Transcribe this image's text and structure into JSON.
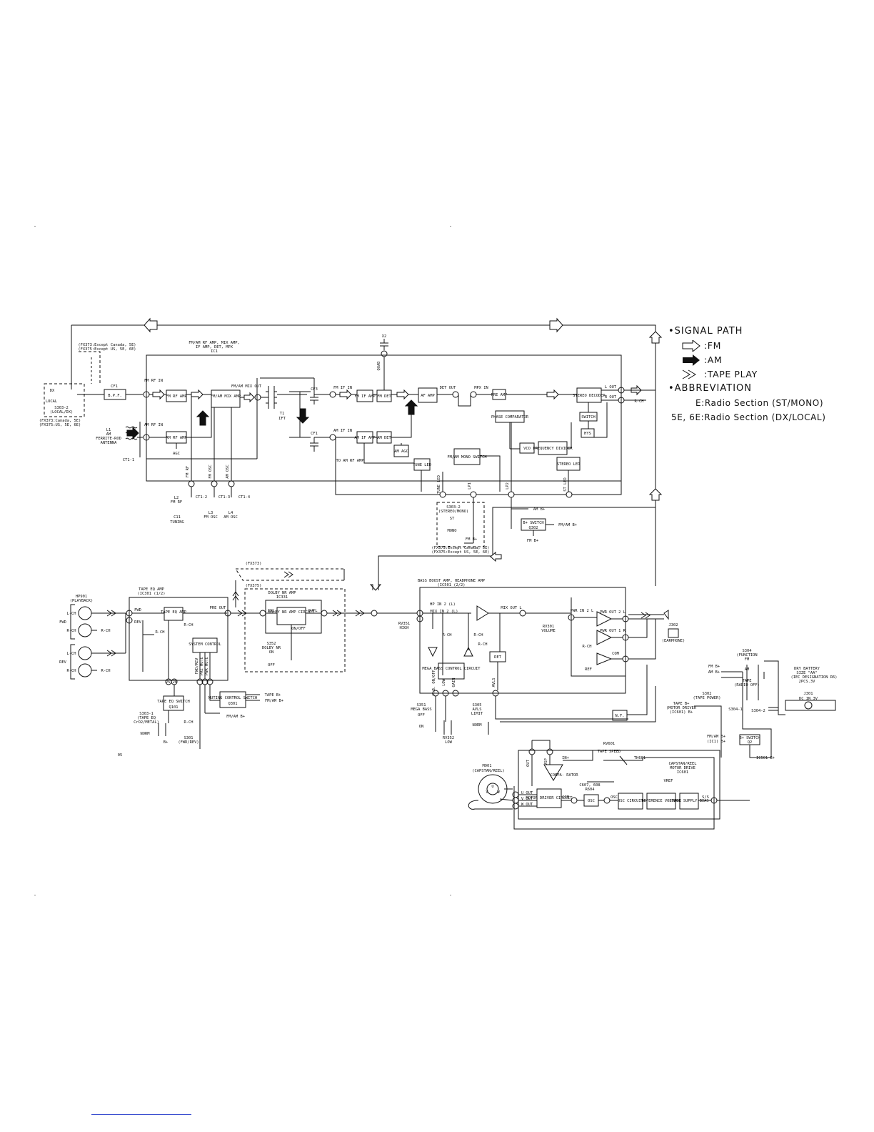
{
  "legend": {
    "signal_path_title": "•SIGNAL PATH",
    "fm": ":FM",
    "am": ":AM",
    "tape": ":TAPE PLAY",
    "abbrev_title": "•ABBREVIATION",
    "abbrev_e": "E:Radio Section (ST/MONO)",
    "abbrev_5e6e": "5E, 6E:Radio Section (DX/LOCAL)"
  },
  "radio": {
    "ic1_title_1": "FM/AM RF AMP, MIX AMP,",
    "ic1_title_2": "IF AMP, DET, MPX",
    "ic1_title_3": "IC1",
    "fx373_a": "(FX373:Except Canada, 5E)",
    "fx375_a": "(FX375:Except US, 5E, 6E)",
    "dx": "DX",
    "local": "LOCAL",
    "s303_2": "S303-2",
    "local_dx": "(LOCAL/DX)",
    "fx373_b": "(FX373:Canada, 5E)",
    "fx375_b": "(FX375:US, 5E, 6E)",
    "cf1": "CF1",
    "bpf": "B.P.F.",
    "fm_rf_in": "FM RF IN",
    "am_rf_in": "AM RF IN",
    "fm_rf_amp": "FM RF AMP",
    "am_rf_amp": "AM RF AMP",
    "agc": "AGC",
    "fmam_mix_amp": "FM/AM MIX AMP",
    "fmam_mix_out": "FM/AM MIX OUT",
    "l1": "L1",
    "am_label": "AM",
    "ferrite": "FERRITE-ROD",
    "antenna": "ANTENNA",
    "ct1_1": "CT1-1",
    "t1": "T1",
    "ift": "IFT",
    "cf3": "CF3",
    "cf2": "CF1",
    "x2": "X2",
    "quad": "QUAD",
    "fm_if_in": "FM IF IN",
    "am_if_in": "AM IF IN",
    "fm_if_amp": "FM IF AMP",
    "fm_det": "FM DET",
    "af_amp": "AF AMP",
    "det_out": "DET OUT",
    "mpx_in": "MPX IN",
    "pre_amp": "PRE AMP",
    "stereo_decoder": "STEREO DECODER",
    "l_out": "L OUT",
    "r_out": "R OUT",
    "r_ch": "R-CH",
    "am_if_amp": "AM IF AMP",
    "am_det": "AM DET",
    "am_agc": "AM AGC",
    "to_am_rf_amp": "TO AM RF AMP",
    "tune_led": "TUNE LED",
    "phase_comp": "PHASE COMPARATOR",
    "switch": "SWITCH",
    "hys": "HYS",
    "vco": "VCO",
    "freq_div": "FREQUENCY DIVIDER",
    "fmam_mono_switch": "FM/AM MONO SWITCH",
    "stereo_led": "STEREO LED",
    "fm_rf": "FM RF",
    "fm_osc": "FM OSC",
    "am_osc": "AM OSC",
    "tune_led_pin": "TUNE LED",
    "lp1": "LP1",
    "lp2": "LP2",
    "st_led": "ST LED",
    "l2": "L2",
    "l2_fm_rf": "FM RF",
    "ct1_2": "CT1-2",
    "ct1_3": "CT1-3",
    "ct1_4": "CT1-4",
    "l3": "L3",
    "l3_fm_osc": "FM OSC",
    "l4": "L4",
    "l4_am_osc": "AM OSC",
    "c11": "C11",
    "tuning": "TUNING",
    "s303_2b": "S303-2",
    "stereo_mono": "(STEREO/MONO)",
    "st": "ST",
    "mono": "MONO",
    "fm_bplus_a": "FM B+",
    "fx373_c": "(FX373:Except Canada, 5E)",
    "fx375_c": "(FX375:Except US, 5E, 6E)",
    "am_bplus": "AM B+",
    "bplus_switch": "B+ SWITCH",
    "q302": "Q302",
    "fmam_bplus": "FM/AM B+",
    "fm_bplus_b": "FM B+"
  },
  "tape": {
    "hp901": "HP901",
    "playback": "(PLAYBACK)",
    "fwd": "FWD",
    "rev": "REV",
    "l_ch": "L-CH",
    "r_ch": "R-CH",
    "tape_eq_amp_title": "TAPE EQ AMP",
    "ic301_12": "(IC301 (1/2)",
    "fwd_pin": "FWD",
    "rev_pin": "REV",
    "tape_eq_amp": "TAPE EQ AMP",
    "pre_out": "PRE OUT",
    "system_control": "SYSTEM CONTROL",
    "fwd_rev": "FWD/REV",
    "pre_mute": "PRE MUTE",
    "pwr_mute": "PWR MUTE",
    "eq_sw": "25 26",
    "tape_eq_switch": "TAPE EQ SWITCH",
    "q101": "Q101",
    "s303_1": "S303-1",
    "tape_eq_label": "(TAPE EQ",
    "cr_metal": "CrO2/METAL)",
    "norm": "NORM",
    "bplus": "B+",
    "s301": "S301",
    "fwd_rev_sw": "(FWD/REV)",
    "muting_control": "MUTING CONTROL SWITCH",
    "q301": "Q301",
    "tape_bplus": "TAPE B+",
    "fmam_bplus": "FM/AM B+",
    "fmam_bplus2": "FM/AM B+",
    "fx373": "(FX373)",
    "fx375": "(FX375)",
    "dolby_title": "DOLBY NR AMP",
    "ic331": "IC331",
    "inl": "INL",
    "outl": "OUTL",
    "dolby_amp": "DOLBY NR AMP CIRCUIT",
    "on_off": "ON/OFF",
    "s352": "S352",
    "dolby_nr": "DOLBY NR",
    "on": "ON",
    "off": "OFF",
    "page_ref": "05"
  },
  "bass": {
    "title": "BASS BOOST AMP, HEADPHONE AMP",
    "ic501": "(IC501 (2/2)",
    "hp_in": "HP IN 2 (L)",
    "mix_in": "MIX IN 2 (L)",
    "rv351": "RV351",
    "high": "HIGH",
    "r_ch": "R-CH",
    "mega_bass": "MEGA BASS CONTROL CIRCUIT",
    "det": "DET",
    "mix_out": "MIX OUT L",
    "rv301": "RV301",
    "volume": "VOLUME",
    "pwr_in": "PWR IN 2 L",
    "pwr_out2": "PWR OUT 2 L",
    "pwr_out1": "PWR OUT 1 R",
    "com": "COM",
    "ref": "REF",
    "j302": "J302",
    "earphone": "(EARPHONE)",
    "mb_on_off": "M.B. ON/OFF",
    "low": "LOW",
    "gain": "GAIN",
    "avls": "AVLS",
    "s351": "S351",
    "mega_bass_sw": "MEGA BASS",
    "off": "OFF",
    "on": "ON",
    "rv352": "RV352",
    "low_sw": "LOW",
    "s305": "S305",
    "avls_sw": "AVLS",
    "limit": "LIMIT",
    "norm": "NORM",
    "nf": "N.F."
  },
  "power": {
    "s304": "S304",
    "function": "(FUNCTION",
    "fm": "FM",
    "am": "AM",
    "tape": "TAPE",
    "radio_off": "(RADIO OFF)",
    "fm_bplus": "FM B+",
    "am_bplus": "AM B+",
    "dry_battery": "DRY BATTERY",
    "size_aa": "SIZE \"AA\"",
    "iec": "(IEC DESIGNATION R6)",
    "pcs": "2PCS.3V",
    "j301": "J301",
    "dc_in": "DC IN 3V",
    "s302": "S302",
    "tape_power": "(TAPE POWER)",
    "tape_bplus": "TAPE B+",
    "motor_driver": "(MOTOR DRIVER",
    "ic601_bplus": "(IC601) B+",
    "s304_1": "S304-1",
    "s304_2": "S304-2",
    "fmam_bplus_ic1": "FM/AM B+",
    "ic1_bplus": "(IC1) B+",
    "bplus_switch": "B+ SWITCH",
    "q2": "Q2",
    "ic501_bplus": "IC501 B+"
  },
  "motor": {
    "rv601": "RV601",
    "tape_speed": "TAPE SPEED",
    "th601": "TH601",
    "capstan_title": "CAPSTAN/REEL",
    "motor_drive": "MOTOR DRIVE",
    "ic601": "IC601",
    "m901": "M901",
    "capstan_reel": "(CAPSTAN/REEL)",
    "u": "U",
    "v": "V",
    "w": "W",
    "u_out": "U OUT",
    "v_out": "V OUT",
    "w_out": "W OUT",
    "out": "OUT",
    "vsp": "VSP",
    "in_plus": "IN+",
    "comparator": "COMPA- RATOR",
    "vref": "VREF",
    "motor_driver_circuit": "MOTOR DRIVER CIRCUIT",
    "com": "COM",
    "c607": "C607, 608",
    "r604": "R604",
    "osc": "OSC",
    "osc_pin": "OSC",
    "osc_circuit": "OSC CIRCUIT",
    "reference": "REFERENCE VOLTAGE",
    "power_supply": "POWER SUPPLY BIAS",
    "ss": "S/S"
  }
}
